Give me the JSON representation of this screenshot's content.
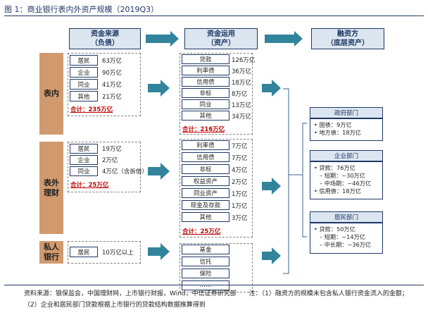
{
  "title": "图 1：商业银行表内外资产规模（2019Q3）",
  "headers": {
    "source": {
      "line1": "资金来源",
      "line2": "（负债）"
    },
    "use": {
      "line1": "资金运用",
      "line2": "（资产）"
    },
    "financing": {
      "line1": "融资方",
      "line2": "（底层资产）"
    }
  },
  "onbalance": {
    "label": "表内",
    "sources": [
      {
        "name": "居民",
        "value": "63万亿"
      },
      {
        "name": "企业",
        "value": "90万亿"
      },
      {
        "name": "同业",
        "value": "41万亿"
      },
      {
        "name": "其他",
        "value": "21万亿"
      }
    ],
    "source_total": "合计：235万亿",
    "uses": [
      {
        "name": "贷款",
        "value": "126万亿"
      },
      {
        "name": "利率债",
        "value": "36万亿"
      },
      {
        "name": "信用债",
        "value": "18万亿"
      },
      {
        "name": "非标",
        "value": "8万亿"
      },
      {
        "name": "同业",
        "value": "13万亿"
      },
      {
        "name": "其他",
        "value": "34万亿"
      }
    ],
    "use_total": "合计：216万亿"
  },
  "offbalance": {
    "label_line1": "表外",
    "label_line2": "理财",
    "sources": [
      {
        "name": "居民",
        "value": "19万亿"
      },
      {
        "name": "企业",
        "value": "2万亿"
      },
      {
        "name": "同业",
        "value": "4万亿（含拆借）"
      }
    ],
    "source_total": "合计：25万亿",
    "uses": [
      {
        "name": "利率债",
        "value": "7万亿"
      },
      {
        "name": "信用债",
        "value": "7万亿"
      },
      {
        "name": "非标",
        "value": "4万亿"
      },
      {
        "name": "权益资产",
        "value": "2万亿"
      },
      {
        "name": "同业资产",
        "value": "1万亿"
      },
      {
        "name": "现金及存款",
        "value": "1万亿"
      },
      {
        "name": "其他",
        "value": "3万亿"
      }
    ],
    "use_total": "合计：25万亿"
  },
  "private": {
    "label_line1": "私人",
    "label_line2": "银行",
    "source": {
      "name": "居民",
      "value": "10万亿以上"
    },
    "uses": [
      "基金",
      "信托",
      "保险",
      "……"
    ]
  },
  "financiers": [
    {
      "name": "政府部门",
      "lines": [
        "• 国债：9万亿",
        "• 地方债：18万亿"
      ]
    },
    {
      "name": "企业部门",
      "lines": [
        "• 贷款：76万亿",
        "– 短期：~30万亿",
        "– 中场期：~46万亿",
        "• 信用债：18万亿"
      ]
    },
    {
      "name": "居民部门",
      "lines": [
        "• 贷款：50万亿",
        "– 短期：~14万亿",
        "– 中长期：~36万亿"
      ]
    }
  ],
  "footnote": "资料来源：银保监会，中国理财网，上市银行财报，Wind，中信证券研究部　　注：（1）融资方的规模未包含私人银行资金流入的金额；（2）企业和居民部门贷款根据上市银行的贷款结构数据推算得到",
  "colors": {
    "navy": "#1f3864",
    "header_fill": "#dce6f1",
    "side_fill": "#d19a6e",
    "arrow": "#31849b",
    "total_red": "#c00000"
  }
}
